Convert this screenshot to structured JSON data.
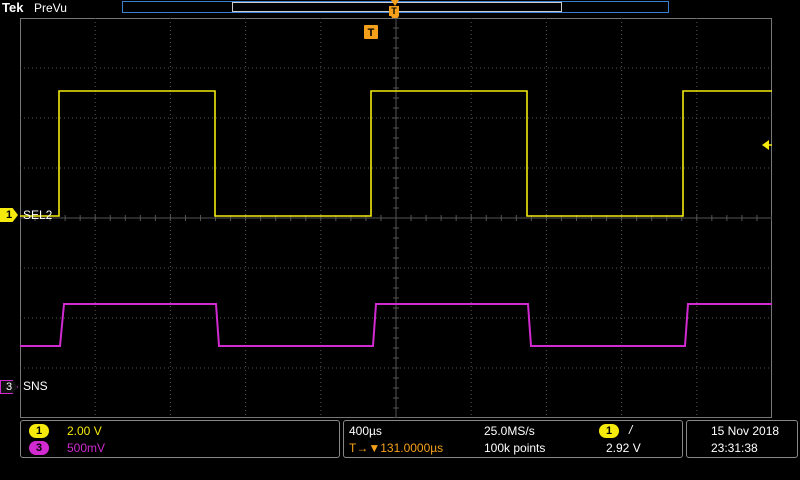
{
  "header": {
    "brand": "Tek",
    "mode": "PreVu"
  },
  "trigger_marker_label": "T",
  "channels": [
    {
      "id": "1",
      "name": "SEL2",
      "scale": "2.00 V",
      "color": "#f5ea0c"
    },
    {
      "id": "3",
      "name": "SNS",
      "scale": "500mV",
      "color": "#d02ad0"
    }
  ],
  "horizontal": {
    "time_per_div": "400µs",
    "sample_rate": "25.0MS/s",
    "trigger_position_prefix": "T→▼",
    "trigger_position": "131.0000µs",
    "record_length": "100k points"
  },
  "trigger": {
    "source": "1",
    "slope": "/",
    "level": "2.92 V"
  },
  "datetime": {
    "date": "15 Nov 2018",
    "time": "23:31:38"
  },
  "colors": {
    "ch1": "#f5ea0c",
    "ch3": "#d02ad0",
    "trigger": "#f5a01a",
    "grid": "#555555"
  }
}
